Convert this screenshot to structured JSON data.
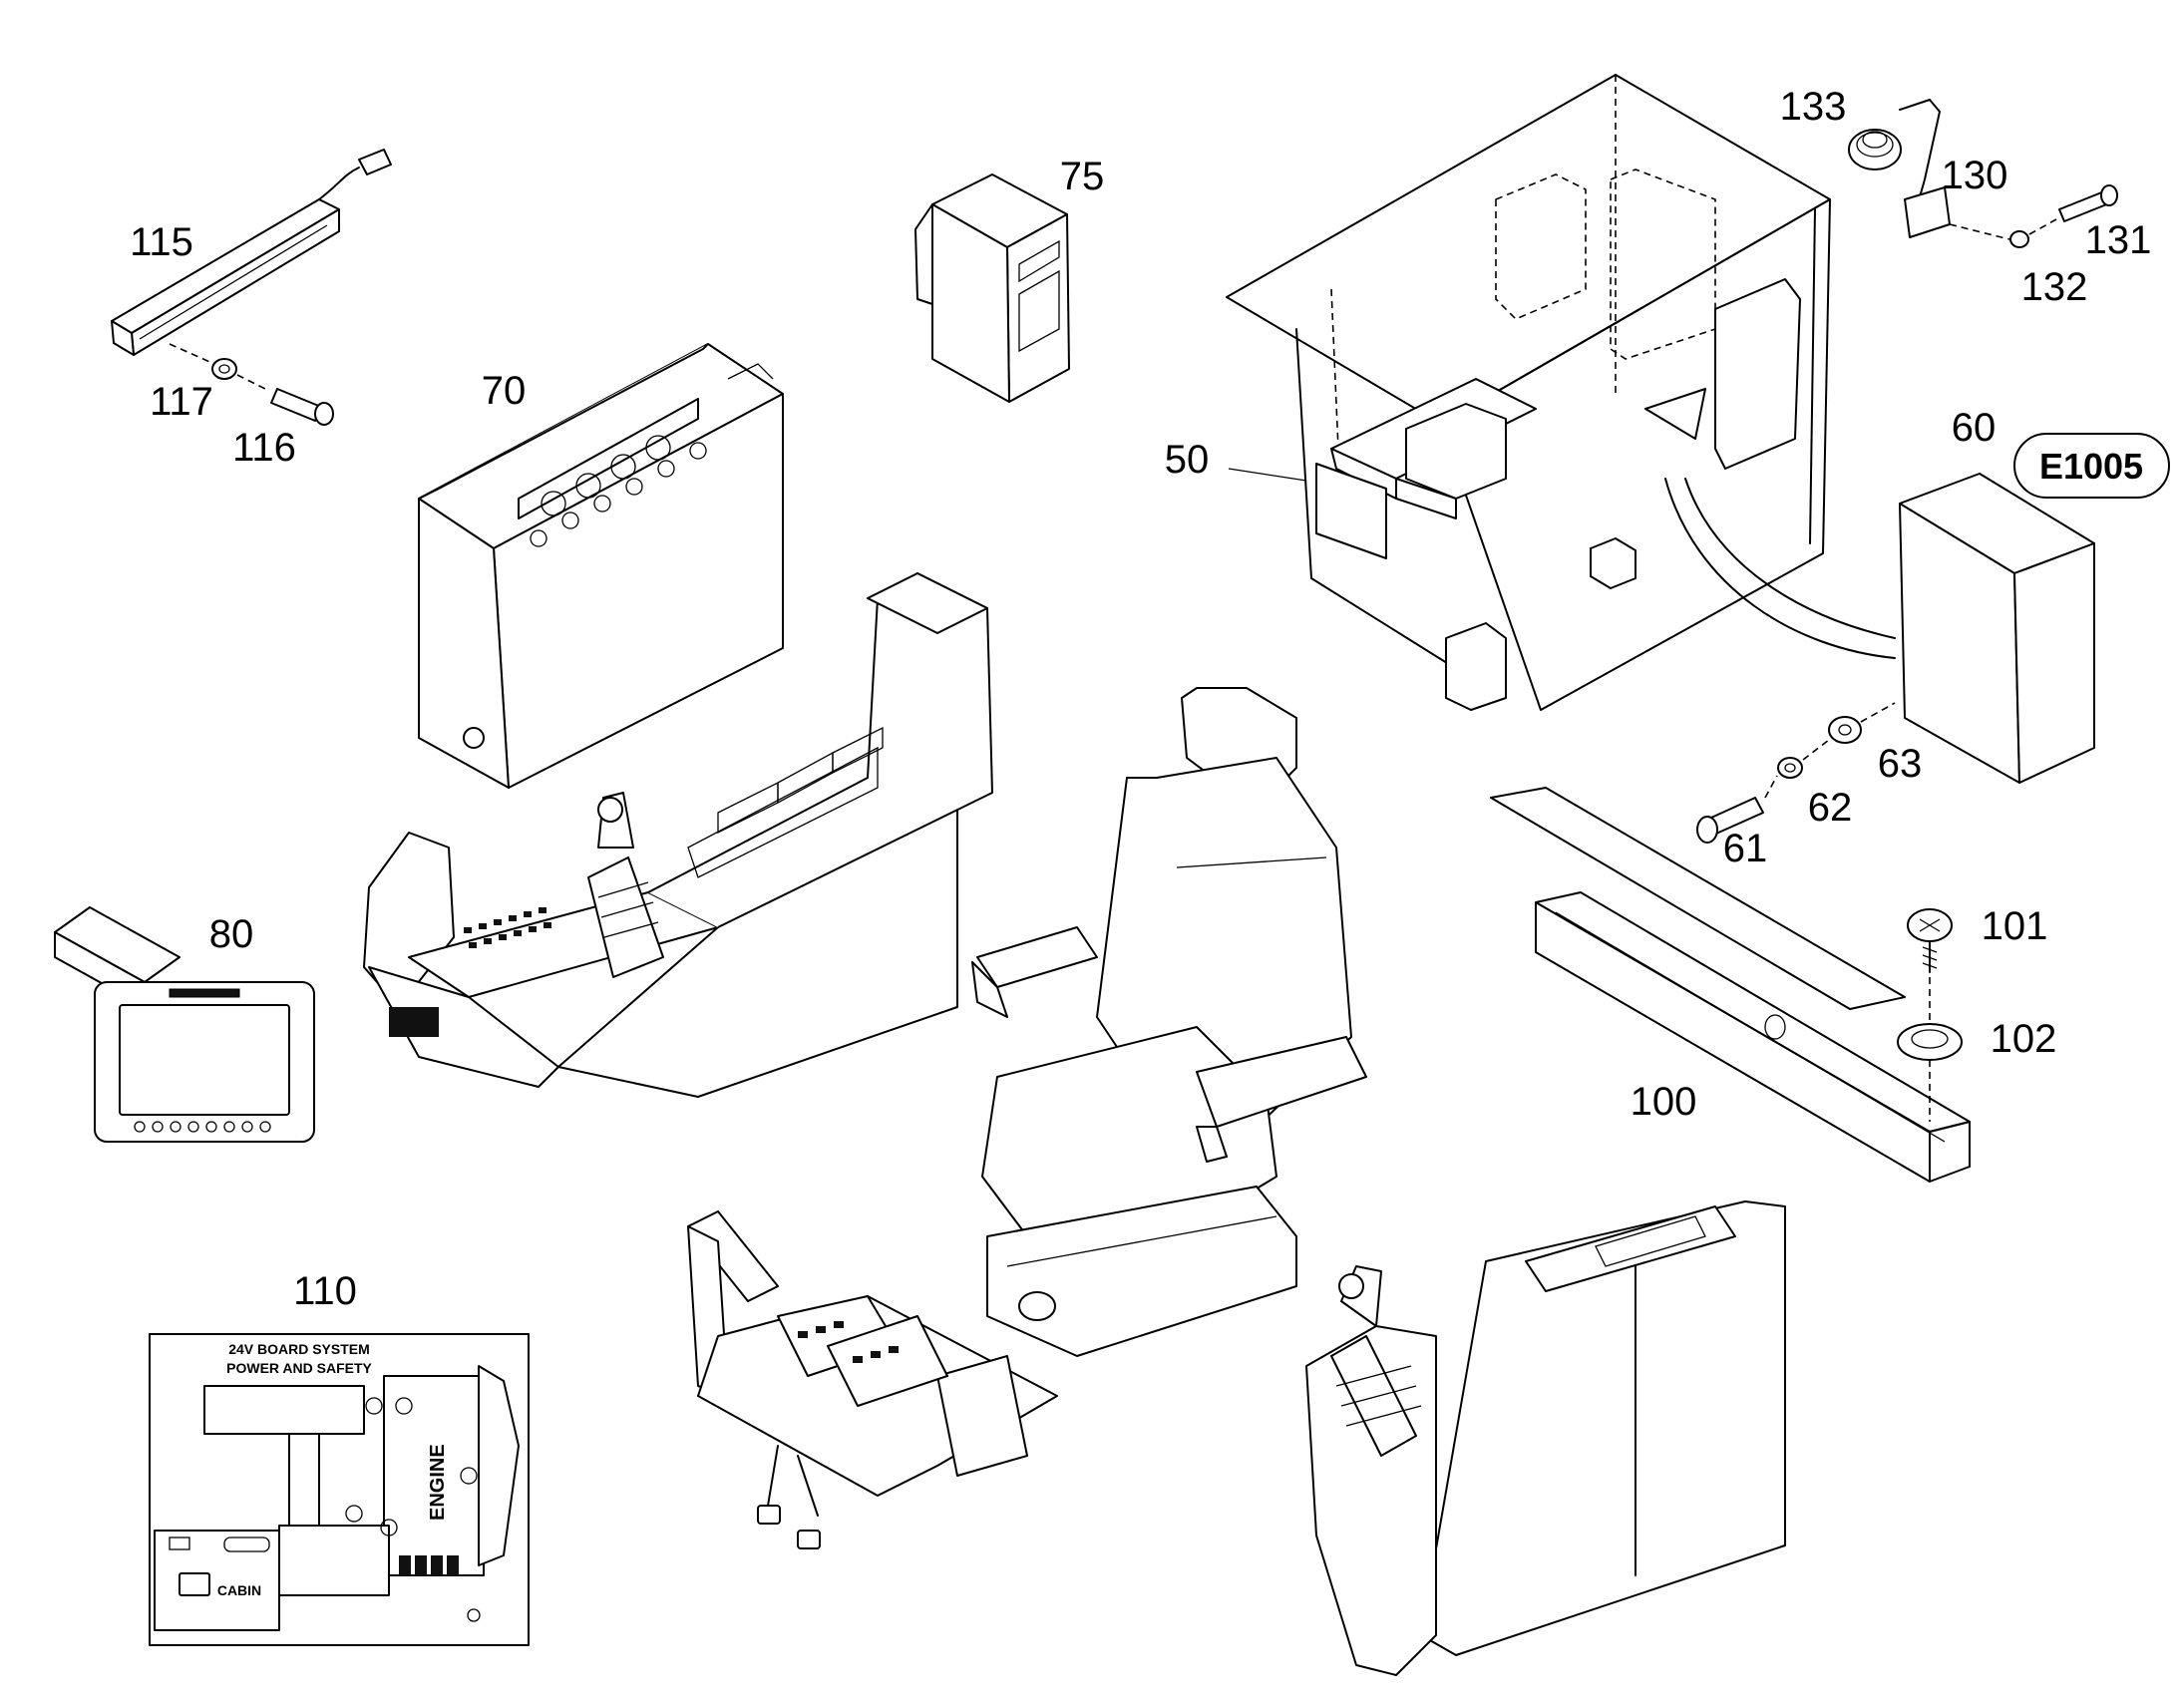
{
  "callouts": {
    "c115": "115",
    "c117": "117",
    "c116": "116",
    "c70": "70",
    "c75": "75",
    "c50": "50",
    "c133": "133",
    "c130": "130",
    "c131": "131",
    "c132": "132",
    "c60": "60",
    "c63": "63",
    "c62": "62",
    "c61": "61",
    "c80": "80",
    "c101": "101",
    "c102": "102",
    "c100": "100",
    "c110": "110"
  },
  "badge": "E1005",
  "decal": {
    "line1": "24V BOARD SYSTEM",
    "line2": "POWER AND SAFETY",
    "engine": "ENGINE",
    "cabin": "CABIN"
  }
}
